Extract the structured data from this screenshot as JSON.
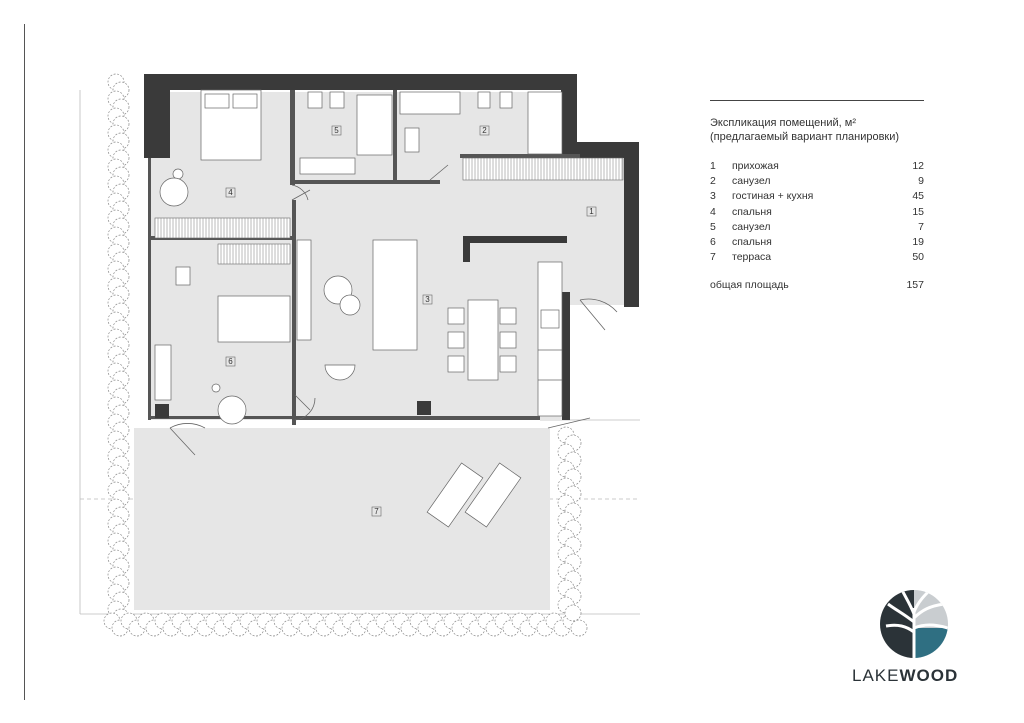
{
  "legend": {
    "title_line1": "Экспликация помещений, м²",
    "title_line2": "(предлагаемый вариант планировки)",
    "rooms": [
      {
        "n": "1",
        "name": "прихожая",
        "area": "12"
      },
      {
        "n": "2",
        "name": "санузел",
        "area": "9"
      },
      {
        "n": "3",
        "name": "гостиная + кухня",
        "area": "45"
      },
      {
        "n": "4",
        "name": "спальня",
        "area": "15"
      },
      {
        "n": "5",
        "name": "санузел",
        "area": "7"
      },
      {
        "n": "6",
        "name": "спальня",
        "area": "19"
      },
      {
        "n": "7",
        "name": "терраса",
        "area": "50"
      }
    ],
    "total_label": "общая площадь",
    "total_value": "157"
  },
  "plan_labels": {
    "r1": "1",
    "r2": "2",
    "r3": "3",
    "r4": "4",
    "r5": "5",
    "r6": "6",
    "r7": "7"
  },
  "brand": {
    "light": "LAKE",
    "bold": "WOOD",
    "colors": {
      "dark": "#2b3338",
      "teal": "#2f6f82",
      "light": "#c9cdd0"
    }
  },
  "colors": {
    "wall": "#3a3a3a",
    "floor": "#e6e6e6",
    "line": "#666666"
  }
}
